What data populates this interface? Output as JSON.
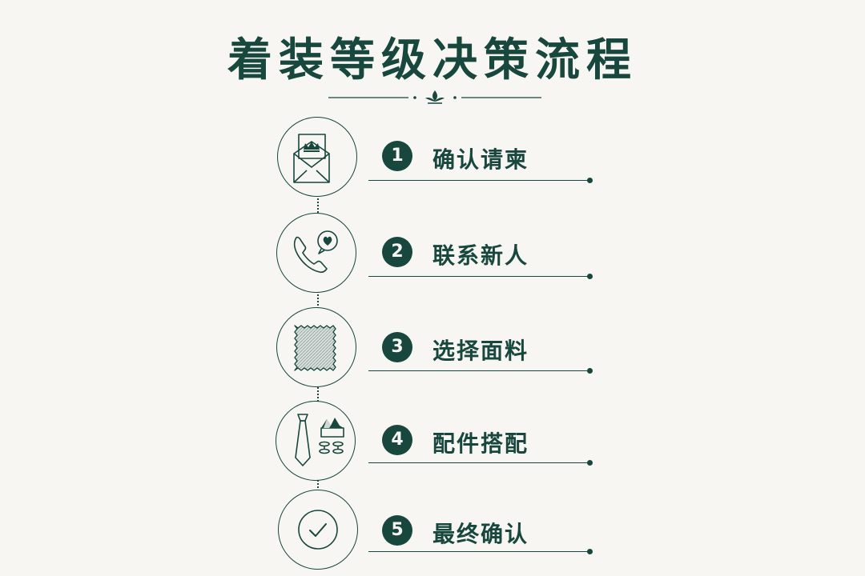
{
  "title": "着装等级决策流程",
  "colors": {
    "primary": "#17473d",
    "background": "#f8f6f2"
  },
  "steps": [
    {
      "number": "1",
      "label": "确认请柬",
      "icon": "invitation-envelope-icon"
    },
    {
      "number": "2",
      "label": "联系新人",
      "icon": "phone-chat-heart-icon"
    },
    {
      "number": "3",
      "label": "选择面料",
      "icon": "fabric-swatch-icon"
    },
    {
      "number": "4",
      "label": "配件搭配",
      "icon": "tie-cufflinks-pocket-square-icon"
    },
    {
      "number": "5",
      "label": "最终确认",
      "icon": "check-circle-icon"
    }
  ]
}
